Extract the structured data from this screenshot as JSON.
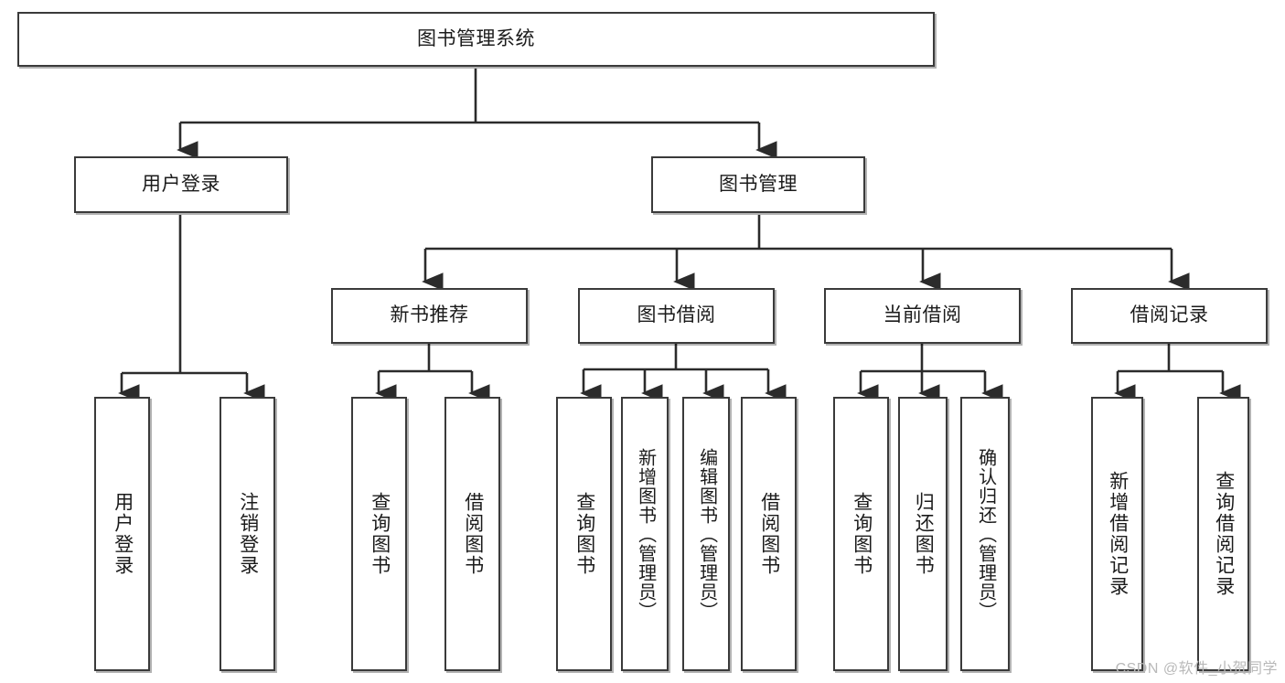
{
  "diagram": {
    "title": "图书管理系统",
    "type": "tree-hierarchy",
    "watermark": "CSDN @软件_小贺同学",
    "colors": {
      "node_border": "#3a3a3a",
      "node_fill": "#ffffff",
      "edge": "#2b2b2b",
      "text": "#1b1b1b",
      "watermark": "#b9b9b9"
    },
    "nodes": {
      "root": {
        "label": "图书管理系统"
      },
      "level2": [
        {
          "label": "用户登录"
        },
        {
          "label": "图书管理"
        }
      ],
      "level3": [
        {
          "label": "新书推荐"
        },
        {
          "label": "图书借阅"
        },
        {
          "label": "当前借阅"
        },
        {
          "label": "借阅记录"
        }
      ],
      "leaves": {
        "user_login": [
          {
            "label": "用户登录"
          },
          {
            "label": "注销登录"
          }
        ],
        "new_book_recommend": [
          {
            "label": "查询图书"
          },
          {
            "label": "借阅图书"
          }
        ],
        "book_borrow": [
          {
            "label": "查询图书"
          },
          {
            "label": "新增图书（管理员）"
          },
          {
            "label": "编辑图书（管理员）"
          },
          {
            "label": "借阅图书"
          }
        ],
        "current_borrow": [
          {
            "label": "查询图书"
          },
          {
            "label": "归还图书"
          },
          {
            "label": "确认归还（管理员）"
          }
        ],
        "borrow_record": [
          {
            "label": "新增借阅记录"
          },
          {
            "label": "查询借阅记录"
          }
        ]
      }
    }
  }
}
